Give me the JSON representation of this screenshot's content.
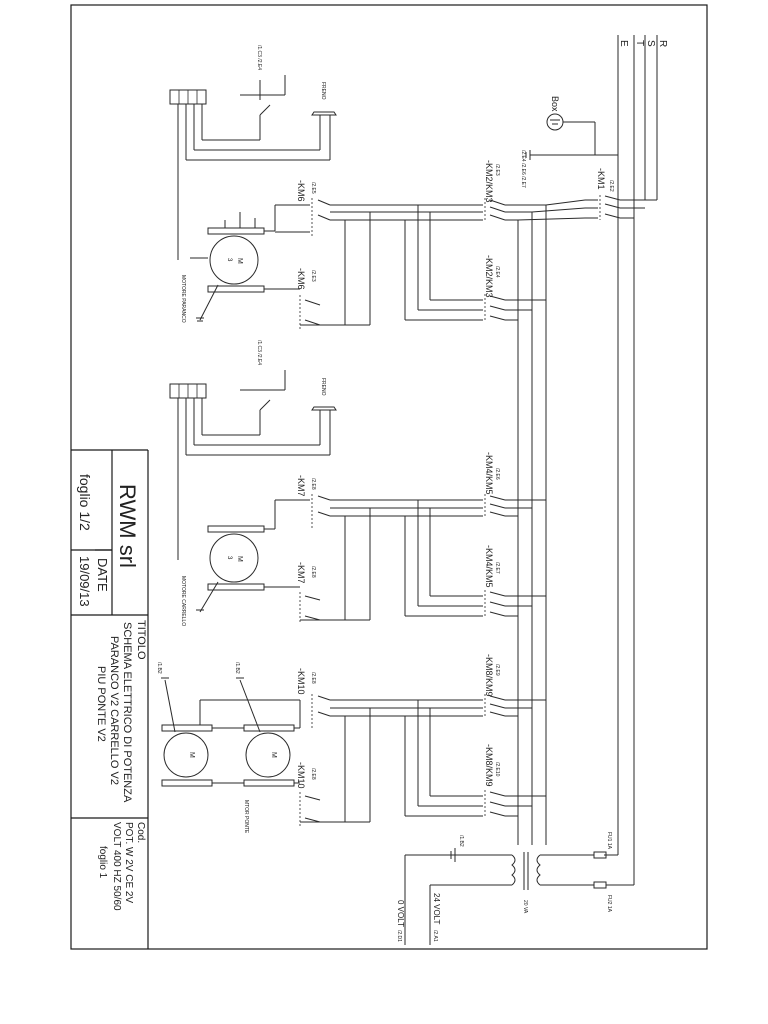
{
  "title_block": {
    "company": "RWM srl",
    "date_label": "DATE",
    "date": "19/09/13",
    "sheet": "foglio 1/2",
    "titolo_label": "TITOLO",
    "titolo_lines": [
      "SCHEMA ELETTRICO DI POTENZA",
      "PARANCO V2 CARRELLO V2",
      "PIU PONTE V2"
    ],
    "cod_label": "Cod.",
    "pot": "POT. W 2V CE 2V",
    "volt": "VOLT 400 HZ 50/60",
    "foglio": "foglio 1"
  },
  "supply": {
    "phases": [
      "R",
      "S",
      "T",
      "E"
    ],
    "box_label": "Box",
    "earth_refs": "/2.E4 /2.E6 /2.E7"
  },
  "contactors": {
    "km1": "-KM1",
    "km1_ref": "/2.E2",
    "km2km3_a": "-KM2/KM3",
    "km2km3_a_ref": "/2.E3",
    "km2km3_b": "-KM2/KM3",
    "km2km3_b_ref": "/2.E4",
    "km6_a": "-KM6",
    "km6_a_ref": "/2.E5",
    "km6_b": "-KM6",
    "km6_b_ref": "/2.E3",
    "km4km5_a": "-KM4/KM5",
    "km4km5_a_ref": "/2.E6",
    "km4km5_b": "-KM4/KM5",
    "km4km5_b_ref": "/2.E7",
    "km7_a": "-KM7",
    "km7_a_ref": "/2.E8",
    "km7_b": "-KM7",
    "km7_b_ref": "/2.E8",
    "km8km9_a": "-KM8/KM9",
    "km8km9_a_ref": "/2.E9",
    "km8km9_b": "-KM8/KM9",
    "km8km9_b_ref": "/2.E10",
    "km10_a": "-KM10",
    "km10_a_ref": "/2.E8",
    "km10_b": "-KM10",
    "km10_b_ref": "/2.E8"
  },
  "motors": {
    "paranco": "MOTORE PARANCO",
    "carrello": "MOTORE CARRELLO",
    "ponte": "MTOR PONTE",
    "motor_letter": "M",
    "three": "3"
  },
  "brakes": {
    "label": "FRENO",
    "refs_a": "/1.C3 /2.E4",
    "refs_b": "/1.C3 /2.E4"
  },
  "transformer": {
    "fu1": "FU1 1A",
    "fu2": "FU2 1A",
    "va": "20 VA",
    "out_24": "24 VOLT",
    "out_24_ref": "/2.A1",
    "out_0": "0 VOLT",
    "out_0_ref": "/2.D1",
    "earth_ref": "/1.B2"
  }
}
